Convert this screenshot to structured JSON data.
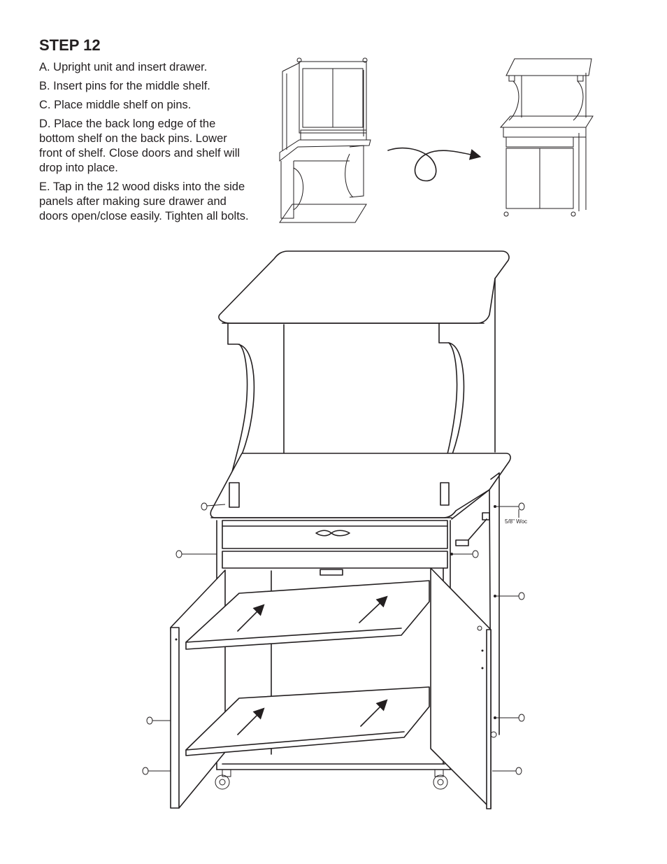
{
  "step": {
    "title": "STEP 12"
  },
  "instructions": [
    "A. Upright unit and insert drawer.",
    "B. Insert pins for the middle shelf.",
    "C. Place middle shelf on pins.",
    "D. Place the back long edge of the bottom shelf on the back pins. Lower front of shelf. Close doors and shelf will drop into place.",
    "E. Tap in the 12 wood disks into the side panels after making sure drawer and doors open/close easily. Tighten all bolts."
  ],
  "hardware": {
    "label": "5/8\" Woc"
  },
  "icons": {
    "flip_arrow": "rotate-arrow-icon",
    "shelf_arrows": "up-arrow-icon",
    "wood_disk": "wood-disk-icon"
  }
}
